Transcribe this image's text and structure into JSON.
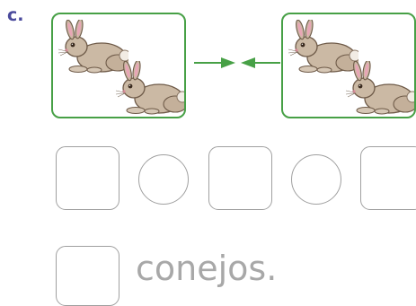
{
  "exercise": {
    "label": "c.",
    "word": "conejos."
  },
  "colors": {
    "label": "#4a4a9c",
    "frame": "#47a046",
    "arrow": "#47a046",
    "answer_outline": "#a0a0a0",
    "word_text": "#a8a8a8"
  },
  "groups": [
    {
      "icon": "rabbit-icon",
      "count": 2
    },
    {
      "icon": "rabbit-icon",
      "count": 2
    }
  ],
  "answer_row": {
    "shapes": [
      "box",
      "circle",
      "box",
      "circle",
      "box"
    ]
  }
}
